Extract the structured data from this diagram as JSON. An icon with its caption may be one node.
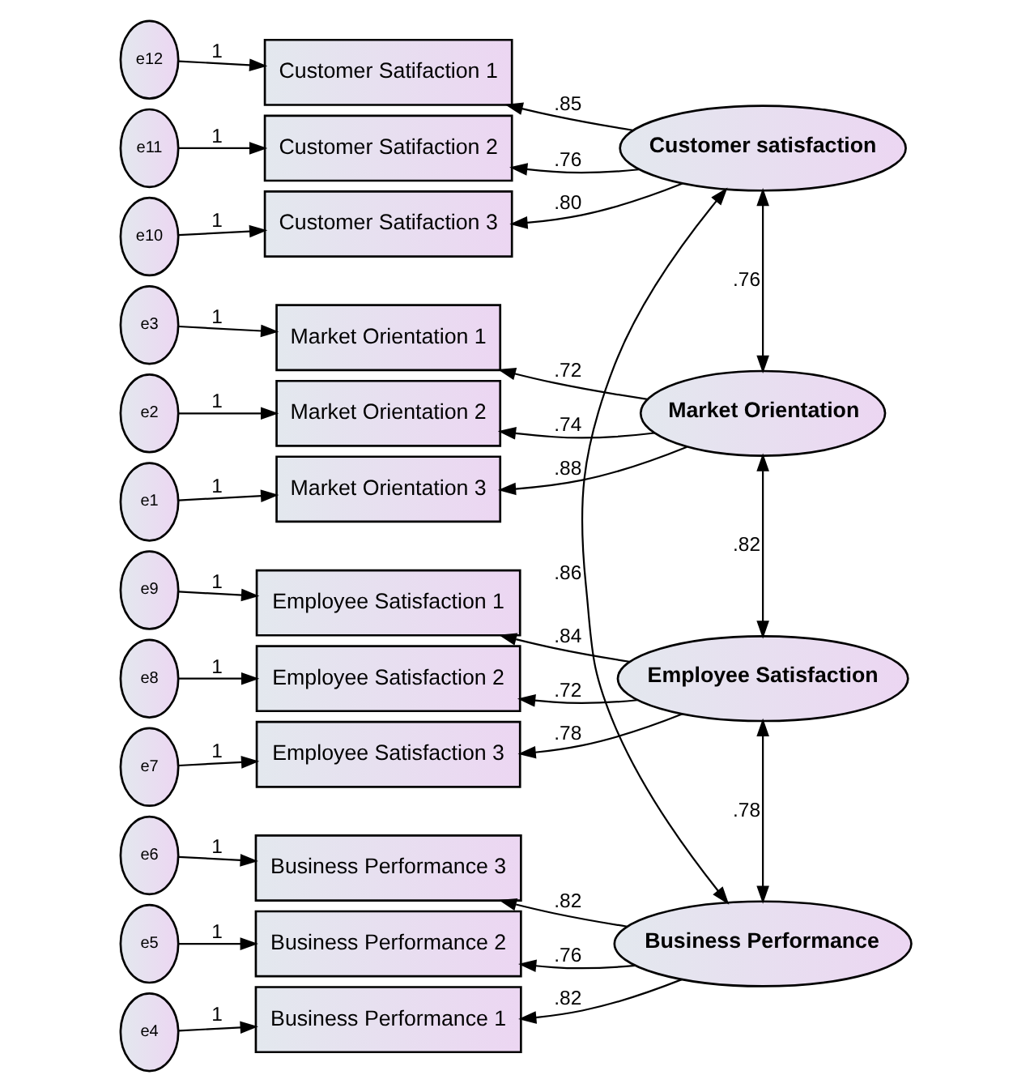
{
  "diagram": {
    "nodes": [
      {
        "text": [
          "e12"
        ]
      },
      {
        "text": [
          "Customer Satifaction 1"
        ]
      },
      {
        "text": [
          "e11"
        ]
      },
      {
        "text": [
          "Customer Satifaction 2"
        ]
      },
      {
        "text": [
          "Customer satisfaction"
        ]
      },
      {
        "text": [
          "e10"
        ]
      },
      {
        "text": [
          "Customer Satifaction 3"
        ]
      },
      {
        "text": [
          "e3"
        ]
      },
      {
        "text": [
          "Market Orientation 1"
        ]
      },
      {
        "text": [
          "e2"
        ]
      },
      {
        "text": [
          "Market Orientation 2"
        ]
      },
      {
        "text": [
          "Market Orientation"
        ]
      },
      {
        "text": [
          "e1"
        ]
      },
      {
        "text": [
          "Market Orientation 3"
        ]
      },
      {
        "text": [
          "e9"
        ]
      },
      {
        "text": [
          "Employee Satisfaction 1"
        ]
      },
      {
        "text": [
          "e8"
        ]
      },
      {
        "text": [
          "Employee Satisfaction 2"
        ]
      },
      {
        "text": [
          "Employee Satisfaction"
        ]
      },
      {
        "text": [
          "e7"
        ]
      },
      {
        "text": [
          "Employee Satisfaction 3"
        ]
      },
      {
        "text": [
          "e6"
        ]
      },
      {
        "text": [
          "Business Performance 3"
        ]
      },
      {
        "text": [
          "e5"
        ]
      },
      {
        "text": [
          "Business Performance 2"
        ]
      },
      {
        "text": [
          "Business Performance"
        ]
      },
      {
        "text": [
          "e4"
        ]
      },
      {
        "text": [
          "Business Performance 1"
        ]
      }
    ],
    "edges": [
      {
        "from": 0,
        "to": 1,
        "arrow": "to",
        "label": "1"
      },
      {
        "from": 2,
        "to": 3,
        "arrow": "to",
        "label": "1"
      },
      {
        "from": 5,
        "to": 6,
        "arrow": "to",
        "label": "1"
      },
      {
        "from": 7,
        "to": 8,
        "arrow": "to",
        "label": "1"
      },
      {
        "from": 9,
        "to": 10,
        "arrow": "to",
        "label": "1"
      },
      {
        "from": 12,
        "to": 13,
        "arrow": "to",
        "label": "1"
      },
      {
        "from": 14,
        "to": 15,
        "arrow": "to",
        "label": "1"
      },
      {
        "from": 16,
        "to": 17,
        "arrow": "to",
        "label": "1"
      },
      {
        "from": 19,
        "to": 20,
        "arrow": "to",
        "label": "1"
      },
      {
        "from": 21,
        "to": 22,
        "arrow": "to",
        "label": "1"
      },
      {
        "from": 23,
        "to": 24,
        "arrow": "to",
        "label": "1"
      },
      {
        "from": 26,
        "to": 27,
        "arrow": "to",
        "label": "1"
      },
      {
        "from": 4,
        "to": 1,
        "arrow": "to",
        "label": ".85"
      },
      {
        "from": 4,
        "to": 3,
        "arrow": "to",
        "label": ".76"
      },
      {
        "from": 4,
        "to": 6,
        "arrow": "to",
        "label": ".80"
      },
      {
        "from": 11,
        "to": 8,
        "arrow": "to",
        "label": ".72"
      },
      {
        "from": 11,
        "to": 10,
        "arrow": "to",
        "label": ".74"
      },
      {
        "from": 11,
        "to": 13,
        "arrow": "to",
        "label": ".88"
      },
      {
        "from": 18,
        "to": 15,
        "arrow": "to",
        "label": ".84"
      },
      {
        "from": 18,
        "to": 17,
        "arrow": "to",
        "label": ".72"
      },
      {
        "from": 18,
        "to": 20,
        "arrow": "to",
        "label": ".78"
      },
      {
        "from": 25,
        "to": 22,
        "arrow": "to",
        "label": ".82"
      },
      {
        "from": 25,
        "to": 24,
        "arrow": "to",
        "label": ".76"
      },
      {
        "from": 25,
        "to": 27,
        "arrow": "to",
        "label": ".82"
      },
      {
        "from": 4,
        "to": 11,
        "arrow": "both",
        "label": ".76"
      },
      {
        "from": 11,
        "to": 18,
        "arrow": "both",
        "label": ".82"
      },
      {
        "from": 18,
        "to": 25,
        "arrow": "both",
        "label": ".78"
      },
      {
        "from": 4,
        "to": 25,
        "arrow": "both",
        "label": ".86"
      }
    ]
  }
}
